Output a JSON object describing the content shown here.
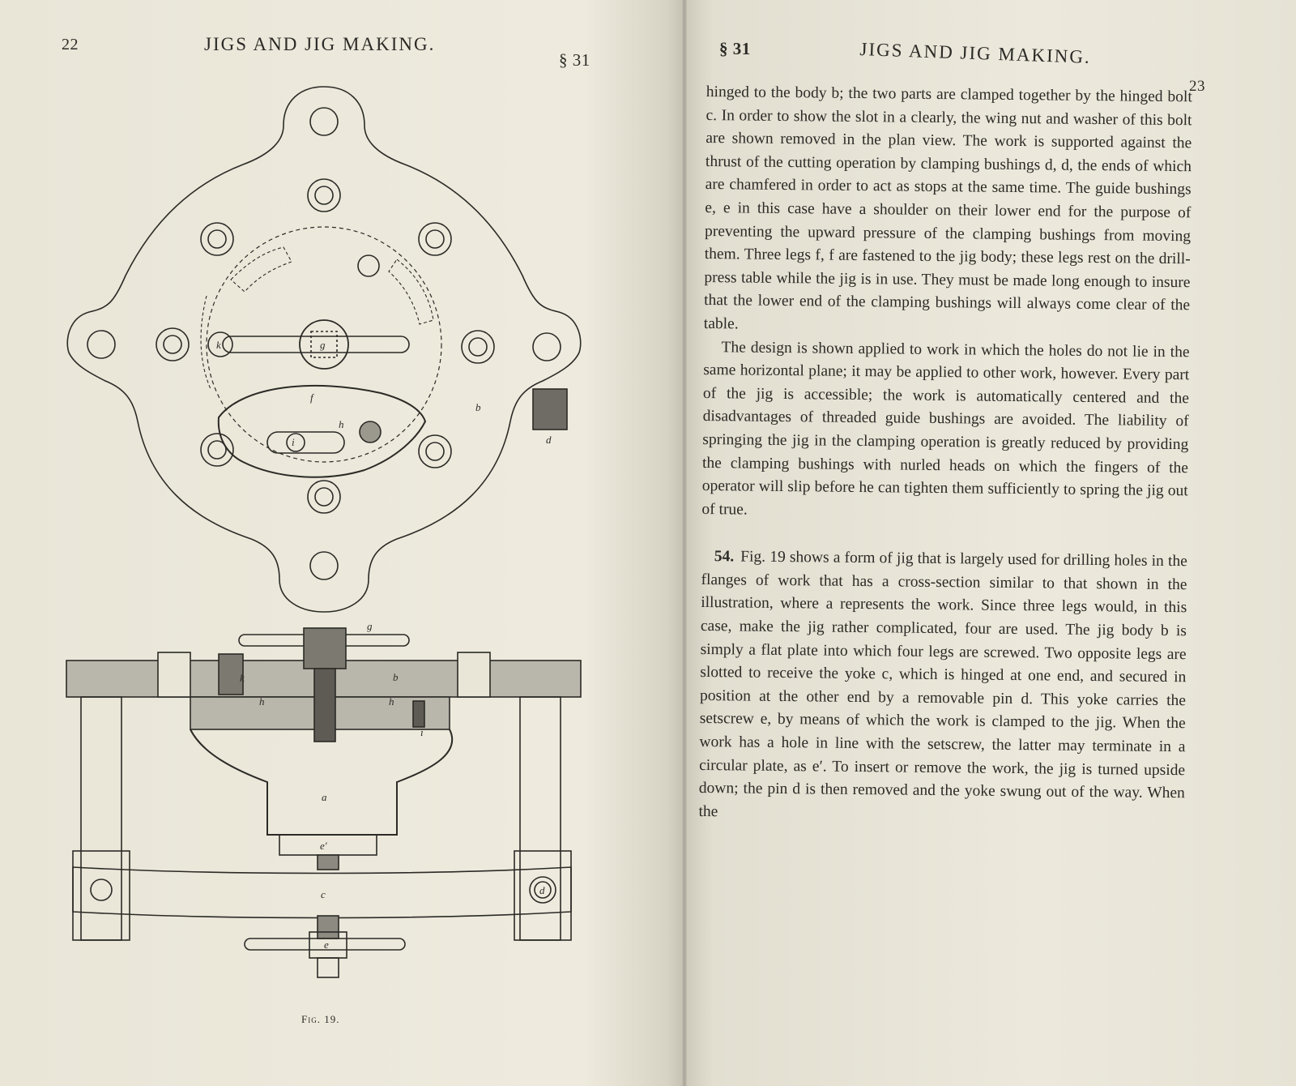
{
  "left_page": {
    "folio": "22",
    "running_head": "JIGS AND JIG MAKING.",
    "section": "§ 31",
    "figure": {
      "caption": "Fig. 19.",
      "labels": {
        "b": "b",
        "d": "d",
        "f": "f",
        "g": "g",
        "h": "h",
        "i": "i",
        "k": "k",
        "a": "a",
        "c": "c",
        "e": "e",
        "e_prime": "e′"
      }
    }
  },
  "right_page": {
    "section": "§ 31",
    "running_head": "JIGS AND JIG MAKING.",
    "folio": "23",
    "paragraphs": [
      "hinged to the body b; the two parts are clamped together by the hinged bolt c. In order to show the slot in a clearly, the wing nut and washer of this bolt are shown removed in the plan view. The work is supported against the thrust of the cutting operation by clamping bushings d, d, the ends of which are chamfered in order to act as stops at the same time. The guide bushings e, e in this case have a shoulder on their lower end for the purpose of preventing the upward pressure of the clamping bushings from moving them. Three legs f, f are fastened to the jig body; these legs rest on the drill-press table while the jig is in use. They must be made long enough to insure that the lower end of the clamping bushings will always come clear of the table.",
      "The design is shown applied to work in which the holes do not lie in the same horizontal plane; it may be applied to other work, however. Every part of the jig is accessible; the work is automatically centered and the disadvantages of threaded guide bushings are avoided. The liability of springing the jig in the clamping operation is greatly reduced by providing the clamping bushings with nurled heads on which the fingers of the operator will slip before he can tighten them sufficiently to spring the jig out of true."
    ],
    "para54_number": "54.",
    "para54_text": "Fig. 19 shows a form of jig that is largely used for drilling holes in the flanges of work that has a cross-section similar to that shown in the illustration, where a represents the work. Since three legs would, in this case, make the jig rather complicated, four are used. The jig body b is simply a flat plate into which four legs are screwed. Two opposite legs are slotted to receive the yoke c, which is hinged at one end, and secured in position at the other end by a removable pin d. This yoke carries the setscrew e, by means of which the work is clamped to the jig. When the work has a hole in line with the setscrew, the latter may terminate in a circular plate, as e′. To insert or remove the work, the jig is turned upside down; the pin d is then removed and the yoke swung out of the way. When the"
  }
}
